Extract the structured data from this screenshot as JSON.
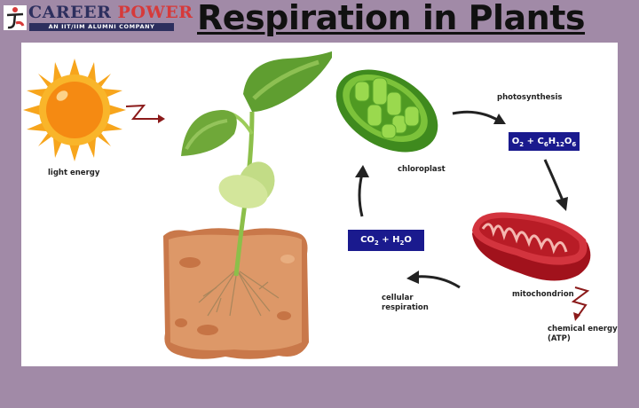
{
  "header": {
    "logo": {
      "name_part1": "CAREER",
      "name_part2": "POWER",
      "tagline": "AN IIT/IIM ALUMNI COMPANY",
      "icon": "running-person-logo-icon",
      "colors": {
        "navy": "#2d2f5e",
        "red": "#d63a3a"
      }
    },
    "title": "Respiration in Plants"
  },
  "diagram": {
    "background_color": "#a18aa7",
    "panel_color": "#ffffff",
    "nodes": {
      "sun": {
        "label": "light energy",
        "icon": "sun-icon"
      },
      "plant": {
        "icon": "seedling-icon"
      },
      "chloroplast": {
        "label": "chloroplast",
        "icon": "chloroplast-icon"
      },
      "photosynthesis": {
        "label": "photosynthesis"
      },
      "products": {
        "label": "O₂ + C₆H₁₂O₆",
        "parts": [
          "O",
          "2",
          " + C",
          "6",
          "H",
          "12",
          "O",
          "6"
        ]
      },
      "mitochondrion": {
        "label": "mitochondrion",
        "icon": "mitochondrion-icon"
      },
      "chemical_energy": {
        "line1": "chemical energy",
        "line2": "(ATP)"
      },
      "cellular_respiration": {
        "line1": "cellular",
        "line2": "respiration"
      },
      "reactants": {
        "label": "CO₂ + H₂O",
        "parts": [
          "CO",
          "2",
          " + H",
          "2",
          "O"
        ]
      }
    },
    "formula_box_color": "#1a1a8e",
    "arrow_colors": {
      "cycle": "#222222",
      "energy": "#8b1a1a"
    }
  }
}
